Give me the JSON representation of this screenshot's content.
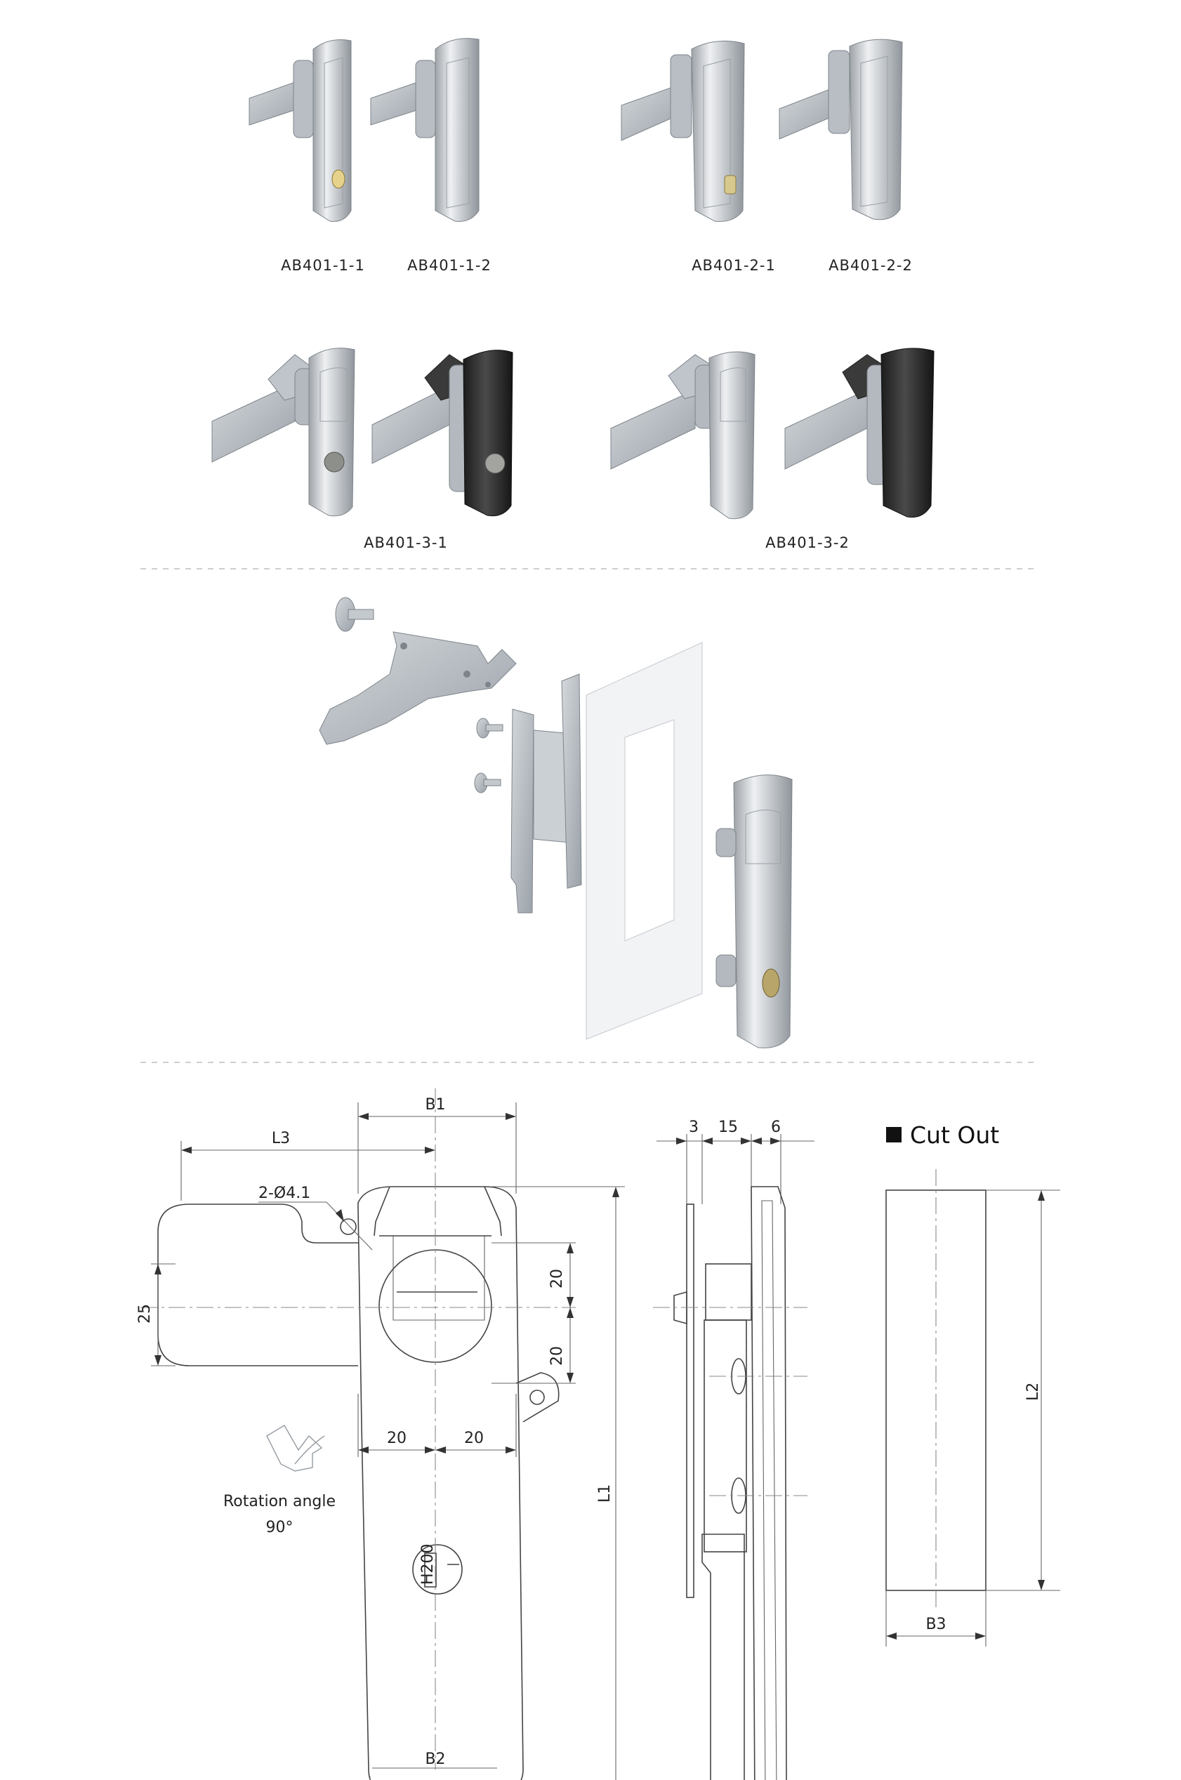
{
  "products": {
    "row1": [
      "AB401-1-1",
      "AB401-1-2",
      "AB401-2-1",
      "AB401-2-2"
    ],
    "row2": [
      "AB401-3-1",
      "AB401-3-2"
    ]
  },
  "drawing": {
    "dims": {
      "b1": "B1",
      "l3": "L3",
      "hole": "2-Ø4.1",
      "d20a": "20",
      "d20b": "20",
      "d25": "25",
      "d20c": "20",
      "d20d": "20",
      "l1": "L1",
      "b2": "B2",
      "d3": "3",
      "d15": "15",
      "d6": "6",
      "l2": "L2",
      "b3": "B3"
    },
    "rotation_label": "Rotation angle",
    "rotation_value": "90°",
    "key_mark": "H200",
    "cutout_title": "Cut Out"
  }
}
